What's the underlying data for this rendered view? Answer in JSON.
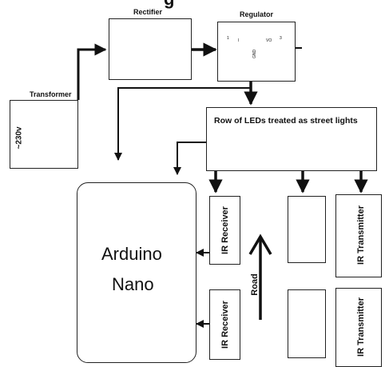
{
  "header": {
    "partial_title": "g"
  },
  "blocks": {
    "rectifier": "Rectifier",
    "regulator": "Regulator",
    "transformer": "Transformer",
    "transformer_input": "~230v",
    "led_row": "Row of LEDs treated as street lights",
    "arduino_line1": "Arduino",
    "arduino_line2": "Nano",
    "ir_receiver_top": "IR Receiver",
    "ir_receiver_bottom": "IR Receiver",
    "ir_transmitter_top": "IR Transmitter",
    "ir_transmitter_bottom": "IR Transmitter",
    "road": "Road"
  },
  "regulator_pins": {
    "in": "I",
    "gnd": "GND",
    "out": "VO",
    "pin1": "1",
    "pin3": "3"
  },
  "colors": {
    "line": "#111111",
    "box_border": "#222222",
    "background": "#ffffff"
  }
}
